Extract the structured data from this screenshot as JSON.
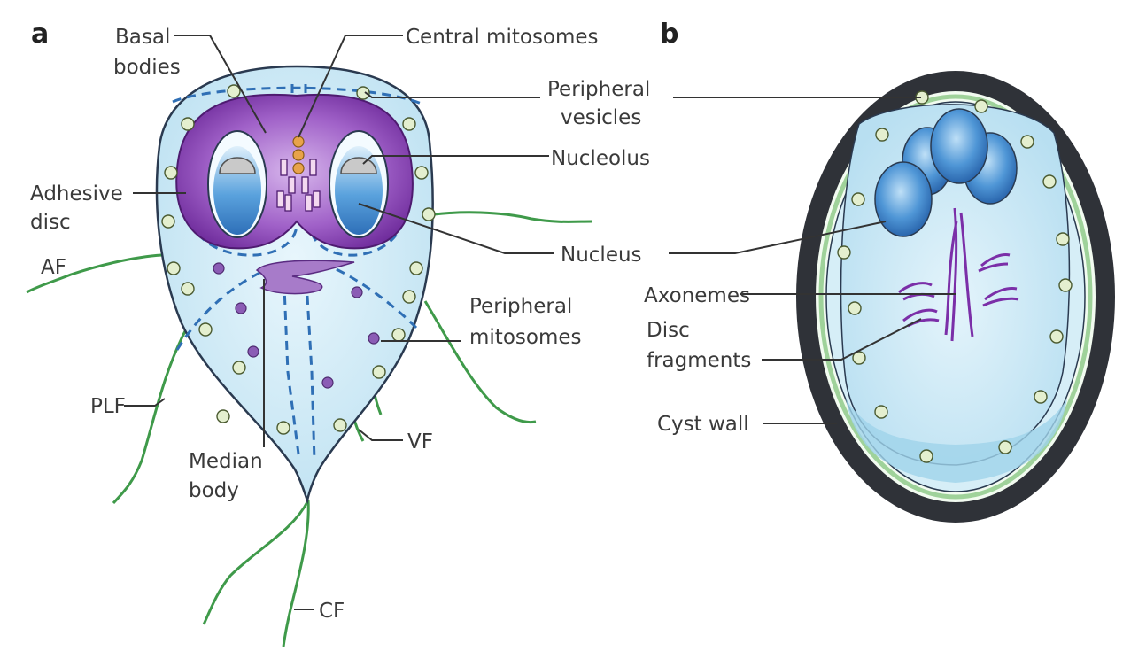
{
  "panels": {
    "a": "a",
    "b": "b"
  },
  "labels": {
    "basal_bodies_1": "Basal",
    "basal_bodies_2": "bodies",
    "central_mitosomes": "Central mitosomes",
    "peripheral_vesicles_1": "Peripheral",
    "peripheral_vesicles_2": "vesicles",
    "nucleolus": "Nucleolus",
    "adhesive_disc_1": "Adhesive",
    "adhesive_disc_2": "disc",
    "nucleus": "Nucleus",
    "af": "AF",
    "axonemes": "Axonemes",
    "peripheral_mitosomes_1": "Peripheral",
    "peripheral_mitosomes_2": "mitosomes",
    "disc_fragments_1": "Disc",
    "disc_fragments_2": "fragments",
    "plf": "PLF",
    "cyst_wall": "Cyst wall",
    "median_body_1": "Median",
    "median_body_2": "body",
    "vf": "VF",
    "cf": "CF"
  },
  "colors": {
    "cell_fill": "#cfe9f5",
    "cell_outline": "#2a3a50",
    "disc_purple": "#8a3ab0",
    "nucleus_blue": "#3b86d0",
    "flagella_green": "#3f9a4a",
    "vesicle": "#e4efcf",
    "mitosome": "#8b5cb5",
    "basal_orange": "#e8a34a",
    "cyst_wall": "#2f3238",
    "cyst_inner_green": "#9fd29a"
  }
}
